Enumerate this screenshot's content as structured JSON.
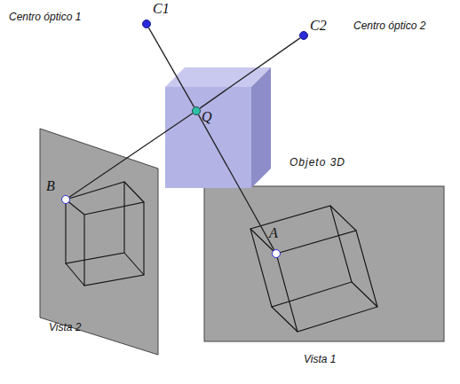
{
  "diagram": {
    "nodes": [
      {
        "text": [
          "C1"
        ]
      },
      {
        "text": [
          "C2"
        ]
      },
      {
        "text": [
          "Q"
        ]
      },
      {
        "text": [
          "B"
        ]
      },
      {
        "text": [
          "A"
        ]
      }
    ],
    "edges": [
      {
        "from": 0,
        "to": 2,
        "arrow": "none"
      },
      {
        "from": 2,
        "to": 4,
        "arrow": "none"
      },
      {
        "from": 1,
        "to": 2,
        "arrow": "none"
      },
      {
        "from": 2,
        "to": 3,
        "arrow": "none"
      }
    ],
    "labels": [
      "Centro óptico 1",
      "Centro óptico 2",
      "Objeto 3D",
      "Vista 2",
      "Vista 1"
    ]
  }
}
